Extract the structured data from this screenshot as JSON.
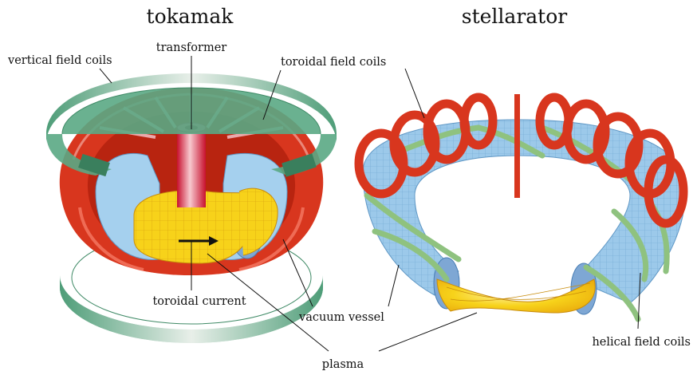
{
  "titles": {
    "left": "tokamak",
    "right": "stellarator"
  },
  "labels": {
    "vertical_field_coils": "vertical field coils",
    "transformer": "transformer",
    "toroidal_field_coils": "toroidal field coils",
    "toroidal_current": "toroidal current",
    "vacuum_vessel": "vacuum vessel",
    "plasma": "plasma",
    "helical_field_coils": "helical field coils"
  },
  "colors": {
    "coil_red": "#d8361e",
    "coil_green": "#5aa984",
    "vessel_blue": "#9cc9ea",
    "plasma_yellow": "#f7d21a",
    "helical_green": "#9bc98a",
    "text": "#111111"
  }
}
